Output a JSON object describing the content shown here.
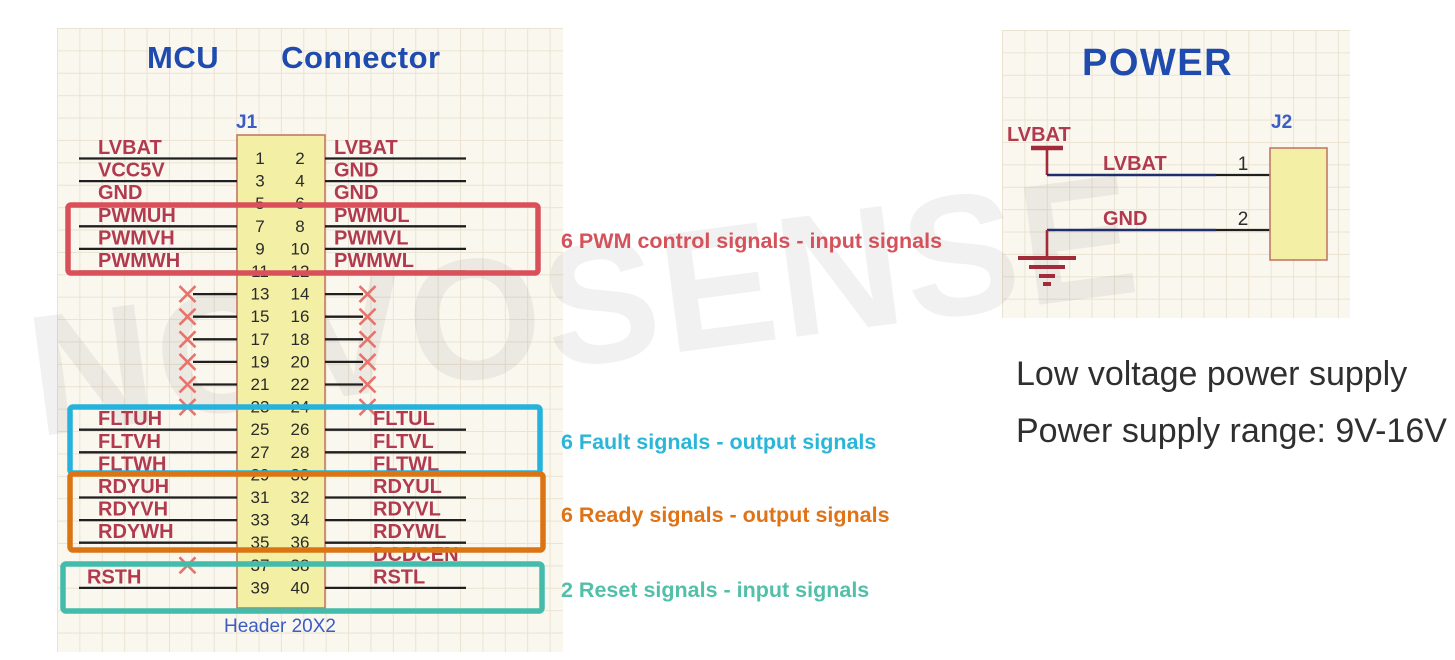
{
  "watermark": "NOVOSENSE",
  "colors": {
    "title_blue": "#1e4bad",
    "refdes_blue": "#3c5cc5",
    "net_label": "#b13a4e",
    "wire": "#1f1f1f",
    "pin_number": "#2b2b2b",
    "body_fill": "#f3efa4",
    "body_stroke": "#c3786a",
    "nc_x": "#e8736b",
    "power_symbol": "#a12b38",
    "power_wire": "#1e2e6e",
    "notes_text": "#2f2f2f"
  },
  "mcu": {
    "title_left": "MCU",
    "title_right": "Connector",
    "refdes": "J1",
    "footer": "Header 20X2",
    "rows": [
      {
        "pins": [
          1,
          2
        ],
        "left": "LVBAT",
        "right": "LVBAT"
      },
      {
        "pins": [
          3,
          4
        ],
        "left": "VCC5V",
        "right": "GND"
      },
      {
        "pins": [
          5,
          6
        ],
        "left": "GND",
        "right": "GND"
      },
      {
        "pins": [
          7,
          8
        ],
        "left": "PWMUH",
        "right": "PWMUL"
      },
      {
        "pins": [
          9,
          10
        ],
        "left": "PWMVH",
        "right": "PWMVL"
      },
      {
        "pins": [
          11,
          12
        ],
        "left": "PWMWH",
        "right": "PWMWL"
      },
      {
        "pins": [
          13,
          14
        ],
        "left": null,
        "right": null
      },
      {
        "pins": [
          15,
          16
        ],
        "left": null,
        "right": null
      },
      {
        "pins": [
          17,
          18
        ],
        "left": null,
        "right": null
      },
      {
        "pins": [
          19,
          20
        ],
        "left": null,
        "right": null
      },
      {
        "pins": [
          21,
          22
        ],
        "left": null,
        "right": null
      },
      {
        "pins": [
          23,
          24
        ],
        "left": null,
        "right": null
      },
      {
        "pins": [
          25,
          26
        ],
        "left": "FLTUH",
        "right": "FLTUL"
      },
      {
        "pins": [
          27,
          28
        ],
        "left": "FLTVH",
        "right": "FLTVL"
      },
      {
        "pins": [
          29,
          30
        ],
        "left": "FLTWH",
        "right": "FLTWL"
      },
      {
        "pins": [
          31,
          32
        ],
        "left": "RDYUH",
        "right": "RDYUL"
      },
      {
        "pins": [
          33,
          34
        ],
        "left": "RDYVH",
        "right": "RDYVL"
      },
      {
        "pins": [
          35,
          36
        ],
        "left": "RDYWH",
        "right": "RDYWL"
      },
      {
        "pins": [
          37,
          38
        ],
        "left": null,
        "right": "DCDCEN"
      },
      {
        "pins": [
          39,
          40
        ],
        "left": "RSTH",
        "right": "RSTL"
      }
    ],
    "groups": [
      {
        "id": "pwm",
        "label": "6 PWM control signals - input signals",
        "box_color": "#d9505b",
        "text_color": "#d5525b"
      },
      {
        "id": "fault",
        "label": "6 Fault signals - output signals",
        "box_color": "#25b2dc",
        "text_color": "#29b6d8"
      },
      {
        "id": "ready",
        "label": "6 Ready signals - output signals",
        "box_color": "#db7413",
        "text_color": "#df7315"
      },
      {
        "id": "reset",
        "label": "2 Reset signals - input signals",
        "box_color": "#43bcab",
        "text_color": "#52bfa9"
      }
    ]
  },
  "power": {
    "title": "POWER",
    "refdes": "J2",
    "port": "LVBAT",
    "pins": [
      {
        "num": "1",
        "net": "LVBAT"
      },
      {
        "num": "2",
        "net": "GND"
      }
    ],
    "notes": [
      "Low voltage power supply",
      "Power supply range: 9V-16V"
    ]
  }
}
